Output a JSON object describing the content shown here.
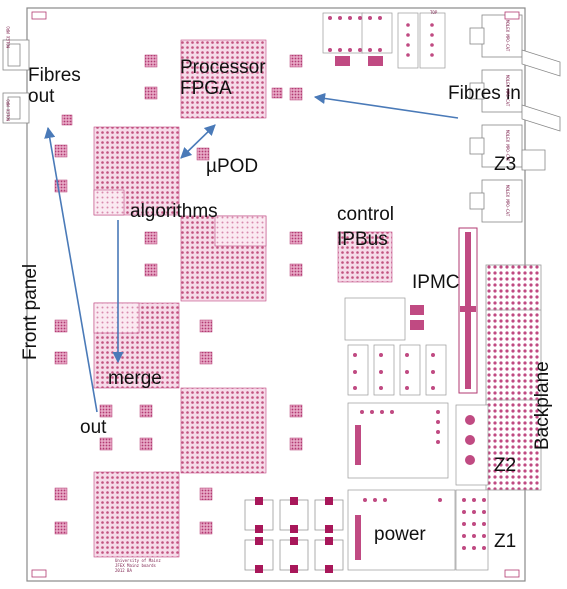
{
  "labels": {
    "fibres_out": [
      "Fibres",
      "out"
    ],
    "processor_fpga": [
      "Processor",
      "FPGA"
    ],
    "fibres_in": "Fibres in",
    "upod": "µPOD",
    "algorithms": "algorithms",
    "control_ipbus": [
      "control",
      "IPBus"
    ],
    "ipmc": "IPMC",
    "z3": "Z3",
    "front_panel": "Front panel",
    "merge": "merge",
    "out": "out",
    "backplane": "Backplane",
    "z2": "Z2",
    "power": "power",
    "z1": "Z1"
  },
  "silkscreen": {
    "maker": [
      "University of Mainz",
      "JFEX Mainz boards",
      "2012 BA"
    ],
    "top": "TOP",
    "connectors": [
      "MOLEX MPO",
      "MOLEX MPO",
      "MOLEX MPO-CAT",
      "MOLEX MPO-CAT",
      "MOLEX MPO-CAT",
      "MOLEX MPO-CAT"
    ]
  },
  "colors": {
    "board_outline": "#7a7a7a",
    "component": "#c04a82",
    "component_light": "#f3d7e6",
    "arrow": "#4a7ab8",
    "text": "#111111"
  }
}
